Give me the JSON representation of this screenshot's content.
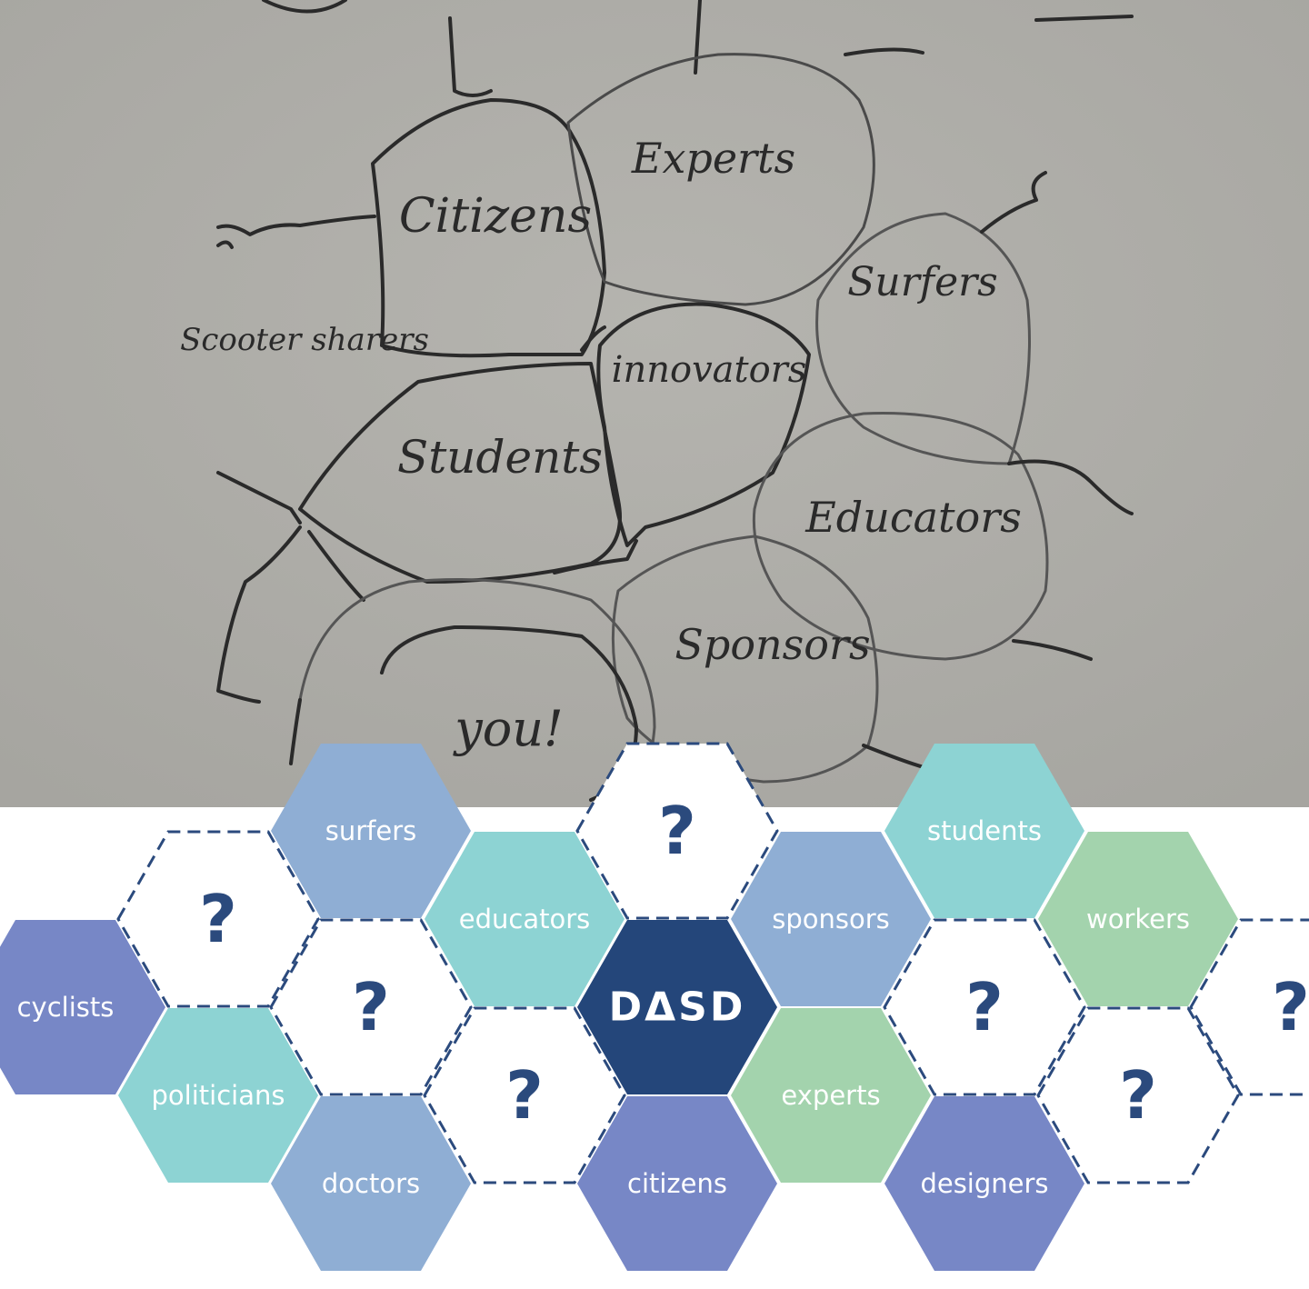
{
  "colors": {
    "photo_background": "#aeada8",
    "marker_ink": "#2a2a2a",
    "hex_stroke": "#2b4a7d",
    "question_mark": "#2b4a7d",
    "logo_fill": "#24467a",
    "blue": "#8faed4",
    "teal": "#8dd3d3",
    "green": "#a3d3ad",
    "indigo": "#7787c6",
    "white": "#ffffff"
  },
  "whiteboard": {
    "words": [
      "Citizens",
      "Experts",
      "Scooter sharers",
      "Surfers",
      "innovators",
      "Students",
      "Educators",
      "Sponsors",
      "you!"
    ]
  },
  "hex_grid": {
    "center_logo": "DΔSD",
    "question_mark": "?",
    "cells": [
      {
        "kind": "label",
        "text": "surfers",
        "color": "blue"
      },
      {
        "kind": "question"
      },
      {
        "kind": "label",
        "text": "students",
        "color": "teal"
      },
      {
        "kind": "question"
      },
      {
        "kind": "label",
        "text": "educators",
        "color": "teal"
      },
      {
        "kind": "label",
        "text": "sponsors",
        "color": "blue"
      },
      {
        "kind": "label",
        "text": "workers",
        "color": "green"
      },
      {
        "kind": "label",
        "text": "cyclists",
        "color": "indigo"
      },
      {
        "kind": "question"
      },
      {
        "kind": "logo"
      },
      {
        "kind": "question"
      },
      {
        "kind": "question"
      },
      {
        "kind": "label",
        "text": "politicians",
        "color": "teal"
      },
      {
        "kind": "question"
      },
      {
        "kind": "label",
        "text": "experts",
        "color": "green"
      },
      {
        "kind": "question"
      },
      {
        "kind": "label",
        "text": "doctors",
        "color": "blue"
      },
      {
        "kind": "label",
        "text": "citizens",
        "color": "indigo"
      },
      {
        "kind": "label",
        "text": "designers",
        "color": "indigo"
      }
    ]
  }
}
